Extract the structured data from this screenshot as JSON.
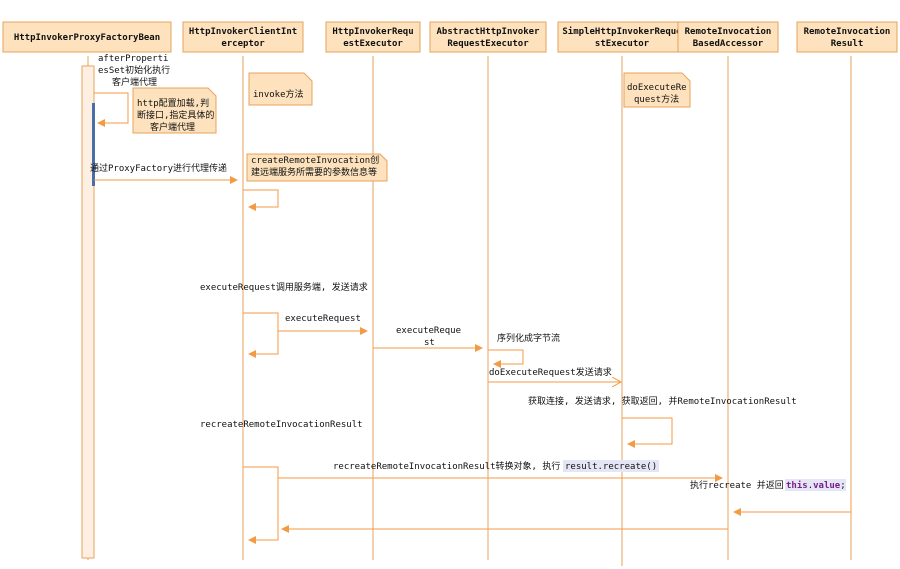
{
  "participants": [
    {
      "id": "p1",
      "line1": "HttpInvokerProxyFactoryBean",
      "line2": ""
    },
    {
      "id": "p2",
      "line1": "HttpInvokerClientInt",
      "line2": "erceptor"
    },
    {
      "id": "p3",
      "line1": "HttpInvokerRequ",
      "line2": "estExecutor"
    },
    {
      "id": "p4",
      "line1": "AbstractHttpInvoker",
      "line2": "RequestExecutor"
    },
    {
      "id": "p5",
      "line1": "SimpleHttpInvokerReque",
      "line2": "stExecutor"
    },
    {
      "id": "p6",
      "line1": "RemoteInvocation",
      "line2": "BasedAccessor"
    },
    {
      "id": "p7",
      "line1": "RemoteInvocation",
      "line2": "Result"
    }
  ],
  "labels": {
    "afterprops_1": "afterProperti",
    "afterprops_2": "esSet初始化执行",
    "afterprops_3": "客户端代理",
    "proxy_msg": "通过ProxyFactory进行代理传递",
    "execute_request_note": "executeRequest调用服务端, 发送请求",
    "execute_request": "executeRequest",
    "execute_reque_1": "executeReque",
    "execute_reque_2": "st",
    "serialize": "序列化成字节流",
    "do_execute_request": "doExecuteRequest发送请求",
    "get_connection": "获取连接, 发送请求, 获取返回, 并RemoteInvocationResult",
    "recreate_result_note": "recreateRemoteInvocationResult",
    "recreate_msg_prefix": "recreateRemoteInvocationResult转换对象, 执行",
    "recreate_msg_code": "result.recreate()",
    "exec_prefix": "执行recreate 并返回",
    "exec_this": "this",
    "exec_dot": ".",
    "exec_value": "value",
    "exec_semi": ";"
  },
  "notes": {
    "http_config_1": "http配置加载,判",
    "http_config_2": "断接口,指定具体的",
    "http_config_3": "客户端代理",
    "invoke": "invoke方法",
    "create_remote_1": "createRemoteInvocation创",
    "create_remote_2": "建远端服务所需要的参数信息等",
    "do_execute_1": "doExecuteRe",
    "do_execute_2": "quest方法"
  },
  "colors": {
    "header_fill": "#fde2bd",
    "header_border": "#e8a35c",
    "arrow": "#f39a44",
    "activation_bar": "#4a6ea8",
    "code_highlight": "#e4e6f5",
    "keyword": "#7a1f8a"
  }
}
